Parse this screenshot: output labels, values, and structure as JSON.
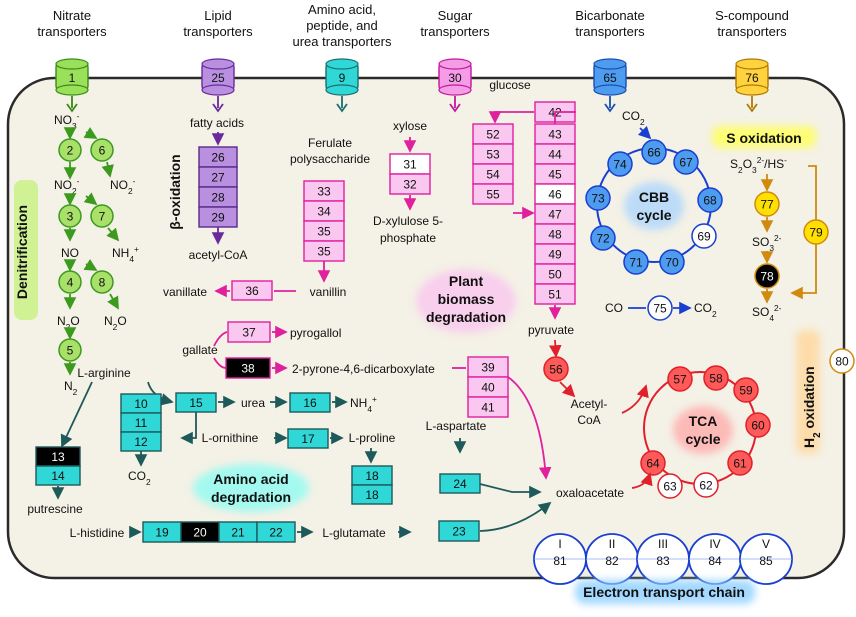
{
  "transporters": [
    {
      "label1": "Nitrate",
      "label2": "transporters",
      "label3": "",
      "num": "1",
      "color": "#9be05a",
      "stroke": "#3c8a18"
    },
    {
      "label1": "Lipid",
      "label2": "transporters",
      "label3": "",
      "num": "25",
      "color": "#b98fe0",
      "stroke": "#6a2a9e"
    },
    {
      "label1": "Amino acid,",
      "label2": "peptide, and",
      "label3": "urea transporters",
      "num": "9",
      "color": "#2fd7d7",
      "stroke": "#1a6f6f"
    },
    {
      "label1": "Sugar",
      "label2": "transporters",
      "label3": "",
      "num": "30",
      "color": "#f59ce6",
      "stroke": "#c2189b"
    },
    {
      "label1": "Bicarbonate",
      "label2": "transporters",
      "label3": "",
      "num": "65",
      "color": "#4d9cf0",
      "stroke": "#1a4fb0"
    },
    {
      "label1": "S-compound",
      "label2": "transporters",
      "label3": "",
      "num": "76",
      "color": "#ffd23f",
      "stroke": "#b07a00"
    }
  ],
  "denitrification": {
    "title": "Denitrification",
    "no3": "NO",
    "no3_sup": "3",
    "no3_charge": "-",
    "no2": "NO",
    "no2_sup": "2",
    "no2_charge": "-",
    "no2b": "NO",
    "no2b_sup": "2",
    "no2b_charge": "-",
    "no": "NO",
    "nh4": "NH",
    "nh4_sub": "4",
    "nh4_charge": "+",
    "n2o": "N",
    "n2o_sub": "2",
    "n2o_o": "O",
    "n2ob": "N",
    "n2ob_sub": "2",
    "n2ob_o": "O",
    "n2": "N",
    "n2_sub": "2",
    "nums": [
      "2",
      "3",
      "4",
      "5",
      "6",
      "7",
      "8"
    ]
  },
  "beta_ox": {
    "title": "β-oxidation",
    "fatty": "fatty acids",
    "acetyl": "acetyl-CoA",
    "nums": [
      "26",
      "27",
      "28",
      "29"
    ]
  },
  "plant": {
    "title1": "Plant",
    "title2": "biomass",
    "title3": "degradation",
    "ferulate1": "Ferulate",
    "ferulate2": "polysaccharide",
    "ferulate_nums": [
      "33",
      "34",
      "35",
      "35"
    ],
    "xylose": "xylose",
    "xylose_nums": [
      "31",
      "32"
    ],
    "dxylulose1": "D-xylulose 5-",
    "dxylulose2": "phosphate",
    "glucose": "glucose",
    "g42": "42",
    "left_nums": [
      "52",
      "53",
      "54",
      "55"
    ],
    "right_nums": [
      "43",
      "44",
      "45",
      "46",
      "47",
      "48",
      "49",
      "50",
      "51"
    ],
    "pyruvate": "pyruvate",
    "vanillate": "vanillate",
    "vanillin": "vanillin",
    "n36": "36",
    "gallate": "gallate",
    "n37": "37",
    "pyrogallol": "pyrogallol",
    "n38": "38",
    "pyrone": "2-pyrone-4,6-dicarboxylate",
    "pyrone_nums": [
      "39",
      "40",
      "41"
    ]
  },
  "cbb": {
    "co2": "CO",
    "co2_sub": "2",
    "title1": "CBB",
    "title2": "cycle",
    "nums": [
      "66",
      "67",
      "68",
      "69",
      "70",
      "71",
      "72",
      "73",
      "74"
    ],
    "co": "CO",
    "n75": "75",
    "co2b": "CO",
    "co2b_sub": "2"
  },
  "sox": {
    "title": "S oxidation",
    "s2o3": "S",
    "s2o3_sub1": "2",
    "s2o3_o": "O",
    "s2o3_sub2": "3",
    "s2o3_sup": "2-",
    "s2o3_rest": "/HS",
    "s2o3_sup2": "-",
    "n77": "77",
    "n78": "78",
    "n79": "79",
    "so3": "SO",
    "so3_sub": "3",
    "so3_sup": "2-",
    "so4": "SO",
    "so4_sub": "4",
    "so4_sup": "2-"
  },
  "h2": {
    "title_h": "H",
    "title_sub": "2",
    "title_rest": " oxidation",
    "n80": "80"
  },
  "tca": {
    "n56": "56",
    "acetyl1": "Acetyl-",
    "acetyl2": "CoA",
    "title1": "TCA",
    "title2": "cycle",
    "nums": [
      "57",
      "58",
      "59",
      "60",
      "61",
      "62",
      "63",
      "64"
    ]
  },
  "amino": {
    "title1": "Amino acid",
    "title2": "degradation",
    "arginine": "L-arginine",
    "n15": "15",
    "urea": "urea",
    "n16": "16",
    "nh4": "NH",
    "nh4_sub": "4",
    "nh4_charge": "+",
    "col_nums": [
      "10",
      "11",
      "12"
    ],
    "ornithine": "L-ornithine",
    "n17": "17",
    "proline": "L-proline",
    "co2": "CO",
    "co2_sub": "2",
    "n13": "13",
    "n14": "14",
    "putrescine": "putrescine",
    "proline_nums": [
      "18",
      "18"
    ],
    "aspartate": "L-aspartate",
    "n24": "24",
    "oxaloacetate": "oxaloacetate",
    "histidine": "L-histidine",
    "his_nums": [
      "19",
      "20",
      "21",
      "22"
    ],
    "glutamate": "L-glutamate",
    "n23": "23"
  },
  "etc": {
    "title": "Electron transport chain",
    "roman": [
      "I",
      "II",
      "III",
      "IV",
      "V"
    ],
    "nums": [
      "81",
      "82",
      "83",
      "84",
      "85"
    ]
  }
}
